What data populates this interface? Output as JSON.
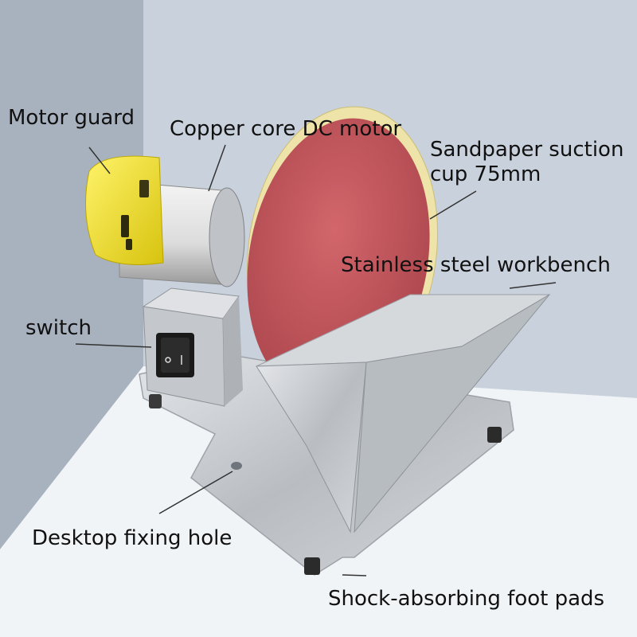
{
  "callouts": {
    "motor_guard": "Motor guard",
    "dc_motor": "Copper core DC motor",
    "suction_cup_line1": "Sandpaper suction",
    "suction_cup_line2": "cup 75mm",
    "workbench": "Stainless steel workbench",
    "switch": "switch",
    "fixing_hole": "Desktop fixing hole",
    "foot_pads": "Shock-absorbing foot pads"
  },
  "colors": {
    "wall": "#a8b2bf",
    "floor": "#eef1f5",
    "motor_guard": "#f2e21e",
    "sanding_disc": "#c2545a",
    "steel": "#c9ccd0",
    "leader_line": "#333333"
  },
  "icons": [
    "switch-icon"
  ]
}
